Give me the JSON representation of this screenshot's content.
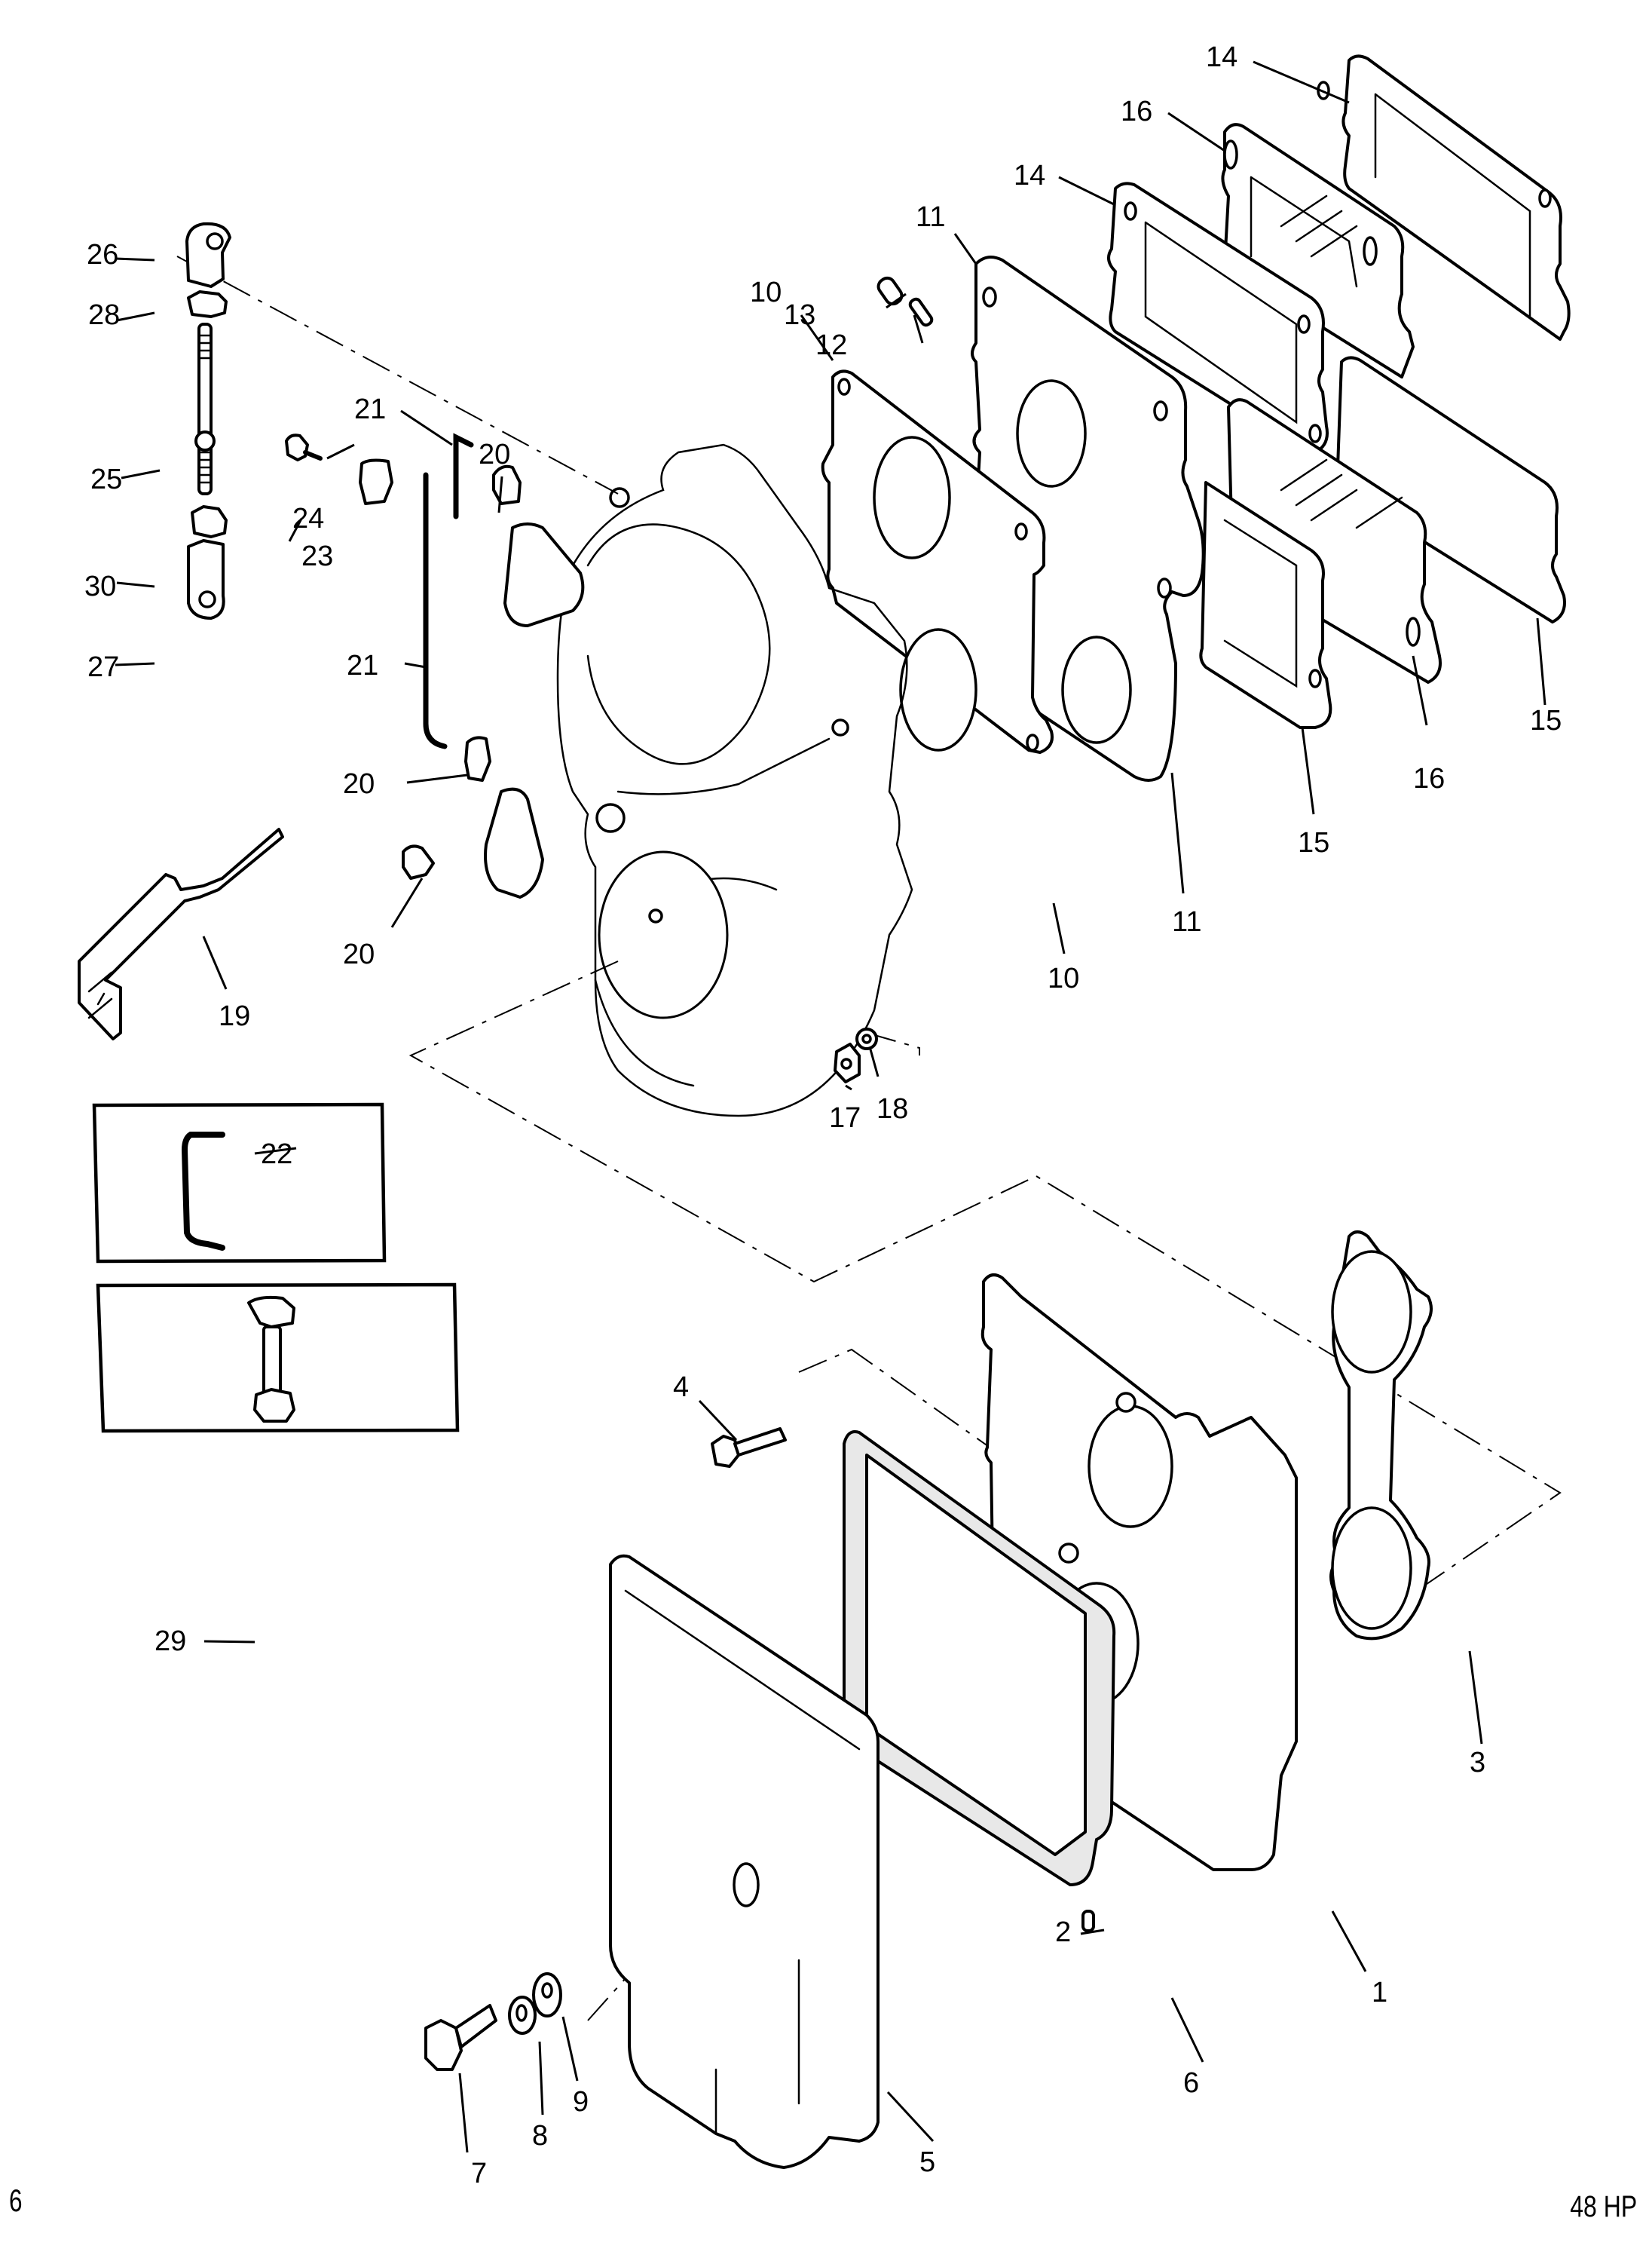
{
  "page": {
    "page_number": "6",
    "model_label": "48 HP",
    "ink_color": "#000000",
    "paper_color": "#ffffff"
  },
  "callouts": {
    "c1": "1",
    "c2": "2",
    "c3": "3",
    "c4": "4",
    "c5": "5",
    "c6": "6",
    "c7": "7",
    "c8": "8",
    "c9": "9",
    "c10a": "10",
    "c10b": "10",
    "c11a": "11",
    "c11b": "11",
    "c12": "12",
    "c13": "13",
    "c14a": "14",
    "c14b": "14",
    "c15a": "15",
    "c15b": "15",
    "c16a": "16",
    "c16b": "16",
    "c17": "17",
    "c18": "18",
    "c19": "19",
    "c20a": "20",
    "c20b": "20",
    "c20c": "20",
    "c21a": "21",
    "c21b": "21",
    "c22": "22",
    "c23": "23",
    "c24": "24",
    "c25": "25",
    "c26": "26",
    "c27": "27",
    "c28": "28",
    "c29": "29",
    "c30": "30"
  }
}
